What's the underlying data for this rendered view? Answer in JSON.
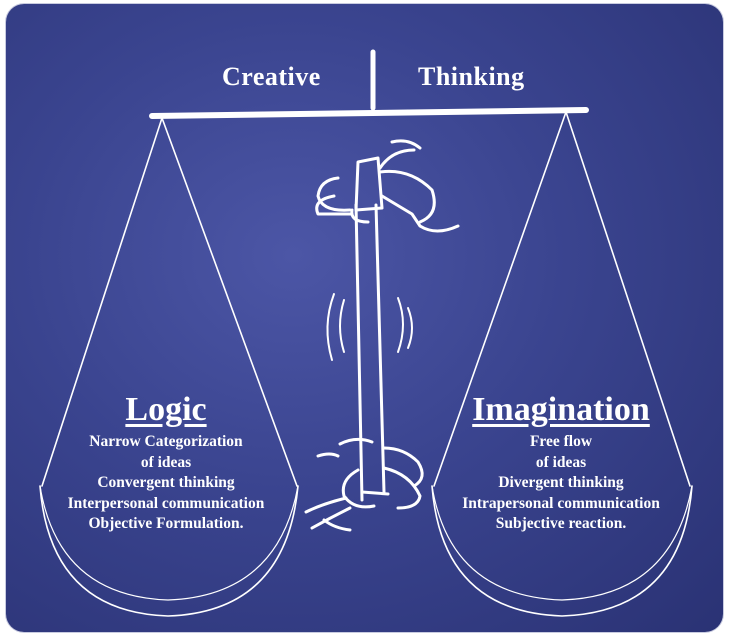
{
  "title": {
    "left_word": "Creative",
    "right_word": "Thinking"
  },
  "left_pan": {
    "heading": "Logic",
    "lines": [
      "Narrow  Categorization",
      "of ideas",
      "Convergent thinking",
      "Interpersonal communication",
      "Objective Formulation."
    ]
  },
  "right_pan": {
    "heading": "Imagination",
    "lines": [
      "Free flow",
      "of ideas",
      "Divergent thinking",
      "Intrapersonal communication",
      "Subjective reaction."
    ]
  },
  "colors": {
    "background_center": "#4c56a6",
    "background_edge": "#2a3274",
    "line_color": "#ffffff",
    "text_color": "#ffffff"
  },
  "icons": [
    "balance-scale-icon",
    "hand-top-icon",
    "hand-bottom-icon"
  ]
}
